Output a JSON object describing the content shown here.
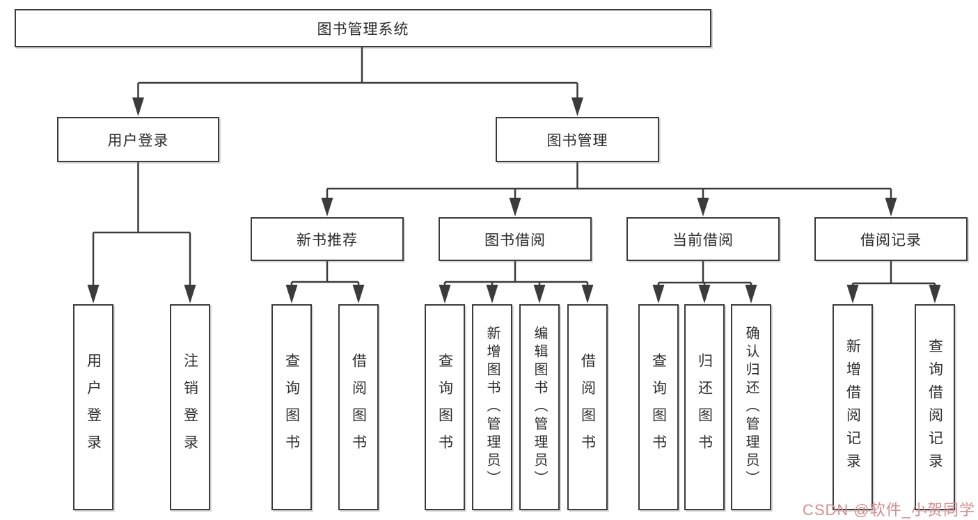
{
  "nodes": {
    "root": "图书管理系统",
    "user_login": "用户登录",
    "book_management": "图书管理",
    "new_book_recommend": "新书推荐",
    "book_borrow": "图书借阅",
    "current_borrow": "当前借阅",
    "borrow_records": "借阅记录",
    "leaves": {
      "user_login_login": "用户登录",
      "user_login_logout": "注销登录",
      "recommend_query_books": "查询图书",
      "recommend_borrow_books": "借阅图书",
      "borrow_query_books": "查询图书",
      "borrow_add_books": "新增图书（管理员）",
      "borrow_edit_books": "编辑图书（管理员）",
      "borrow_borrow_books": "借阅图书",
      "current_query_books": "查询图书",
      "current_return_books": "归还图书",
      "current_confirm_return": "确认归还（管理员）",
      "records_add_record": "新增借阅记录",
      "records_query_record": "查询借阅记录"
    }
  },
  "watermark": {
    "text": "CSDN @软件_小贺同学"
  },
  "colors": {
    "line": "#3b3b3b",
    "node_border": "#3b3b3b",
    "node_text": "#2d2d2d",
    "background": "#ffffff",
    "watermark": "#d98c8c"
  }
}
